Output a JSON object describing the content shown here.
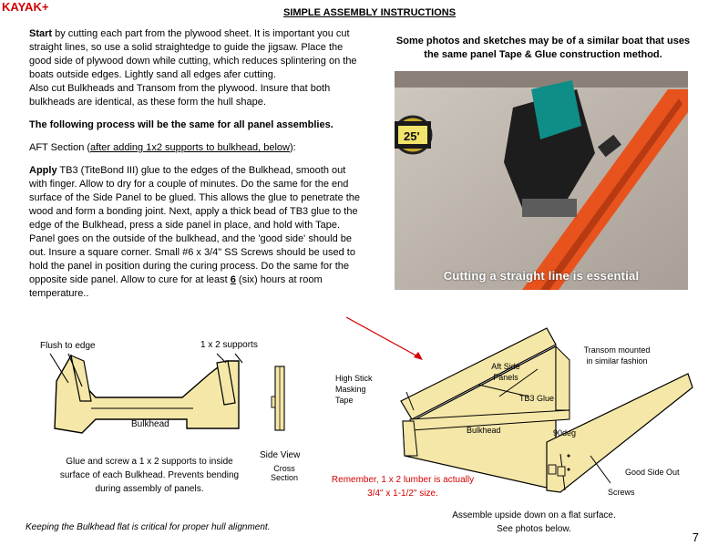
{
  "header": {
    "brand": "KAYAK+",
    "title": "SIMPLE ASSEMBLY INSTRUCTIONS"
  },
  "left": {
    "p1_lead": "Start",
    "p1_text": " by cutting each part from the plywood sheet.  It is important you cut straight lines, so use a solid straightedge to guide the jigsaw.  Place the good side of plywood down while cutting, which reduces splintering on the boats outside edges.  Lightly sand all edges afer cutting.",
    "p2": "Also cut Bulkheads and Transom from the plywood.  Insure that both bulkheads are identical, as these form the hull shape.",
    "p3": "The following process will be the same for all panel assemblies.",
    "p4_prefix": " AFT Section (",
    "p4_underlined": "after adding 1x2 supports to bulkhead, below",
    "p4_suffix": "):",
    "p5_lead": "Apply",
    "p5_text_a": " TB3 (TiteBond III) glue to the edges of the Bulkhead, smooth out with finger.  Allow to dry for a couple of minutes.  Do the same for the end surface of the Side Panel to be glued.  This allows the glue to penetrate the wood and form a bonding joint.  Next, apply a thick bead of TB3 glue to the edge of the Bulkhead, press a side panel in place, and hold with Tape.  Panel goes on the outside of the bulkhead, and the 'good side' should be out.  Insure a square corner.  Small  #6 x 3/4\" SS Screws should be used to hold the panel in position during the curing process.  Do the same for the opposite side panel.  Allow to cure for at least  ",
    "p5_hours": "6",
    "p5_text_b": " (six) hours at room temperature.."
  },
  "right": {
    "note": "Some photos and sketches may be of a similar boat that uses the same panel Tape & Glue construction method.",
    "photo_caption": "Cutting a straight line is essential",
    "tape_label": "25'"
  },
  "bulkhead_diagram": {
    "flush_label": "Flush to edge",
    "supports_label": "1 x 2 supports",
    "bulkhead_label": "Bulkhead",
    "side_view_label": "Side View",
    "cross_section_label": "Cross\nSection",
    "glue_note": "Glue and screw a 1 x 2 supports to inside surface of each Bulkhead. Prevents bending during assembly of panels.",
    "flat_note": "Keeping the Bulkhead flat is critical for proper hull alignment."
  },
  "assembly_diagram": {
    "masking_label": "High Stick\nMasking\nTape",
    "aft_panels_label": "Aft Side\nPanels",
    "tb3_label": "TB3 Glue",
    "bulkhead_label": "Bulkhead",
    "deg_label": "90deg",
    "transom_label": "Transom mounted\nin similar fashion",
    "good_side_label": "Good Side Out",
    "screws_label": "Screws",
    "remember_note": "Remember, 1 x 2 lumber is actually 3/4\" x 1-1/2\" size.",
    "upside_note": "Assemble upside down on a flat surface.\nSee photos below."
  },
  "footer": {
    "page_number": "7"
  },
  "colors": {
    "brand_red": "#d40000",
    "panel_tan": "#f5e7a8",
    "tool_orange": "#e8531d"
  }
}
